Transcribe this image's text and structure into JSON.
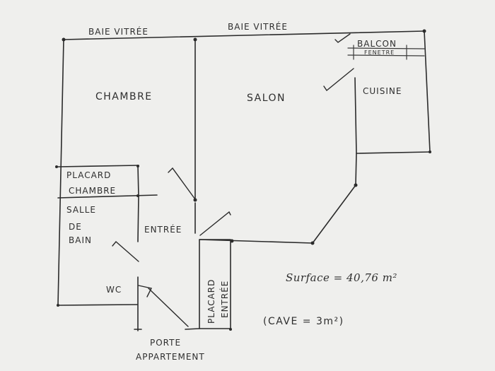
{
  "rooms": {
    "chambre": "CHAMBRE",
    "salon": "SALON",
    "cuisine": "CUISINE",
    "balcon": "BALCON",
    "fenetre": "FENETRE",
    "placard_chambre_line1": "PLACARD",
    "placard_chambre_line2": "CHAMBRE",
    "salle_de_bain_line1": "SALLE",
    "salle_de_bain_line2": "DE",
    "salle_de_bain_line3": "BAIN",
    "entree": "ENTRÉE",
    "wc": "WC",
    "placard_entree_line1": "PLACARD",
    "placard_entree_line2": "ENTRÉE"
  },
  "windows": {
    "baie_vitree_left": "BAIE VITRÉE",
    "baie_vitree_right": "BAIE VITRÉE"
  },
  "door": {
    "line1": "PORTE",
    "line2": "APPARTEMENT"
  },
  "info": {
    "surface": "Surface = 40,76 m²",
    "cave": "(CAVE = 3m²)"
  },
  "colors": {
    "paper": "#efefed",
    "ink": "#2b2b2b"
  }
}
